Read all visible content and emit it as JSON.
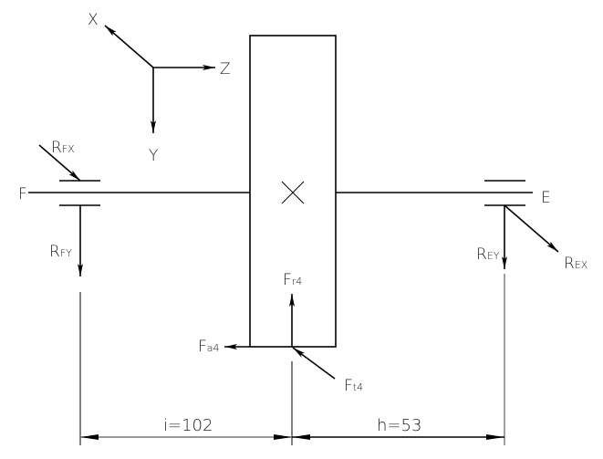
{
  "axes": {
    "x": "X",
    "y": "Y",
    "z": "Z"
  },
  "bearings": {
    "left": "F",
    "right": "E"
  },
  "forces": {
    "rfx": {
      "main": "R",
      "sub": "FX"
    },
    "rfy": {
      "main": "R",
      "sub": "FY"
    },
    "rey": {
      "main": "R",
      "sub": "EY"
    },
    "rex": {
      "main": "R",
      "sub": "EX"
    },
    "fr4": {
      "main": "F",
      "sub": "r4"
    },
    "fa4": {
      "main": "F",
      "sub": "a4"
    },
    "ft4": {
      "main": "F",
      "sub": "t4"
    }
  },
  "dimensions": {
    "left": "i=102",
    "right": "h=53"
  },
  "colors": {
    "line": "#000000",
    "dimension": "#777777"
  }
}
